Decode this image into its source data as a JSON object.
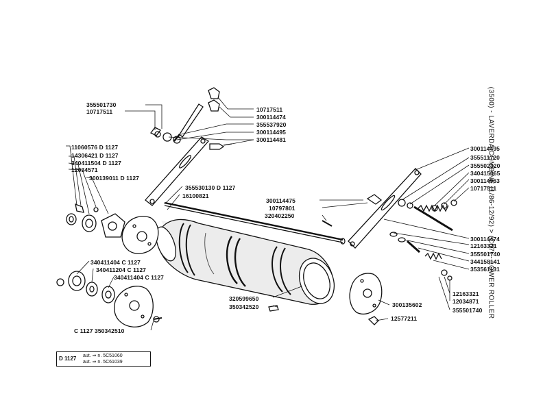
{
  "title": "(3500) - LAVERDA COMBINE (1/86-12/92) > (C07) - LOWER ROLLER",
  "labels": {
    "l_355501730": "355501730",
    "l_10717511a": "10717511",
    "l_11060576": "11060576",
    "l_14306421": "14306421",
    "l_340411504": "340411504",
    "l_12034571": "12034571",
    "l_300139011": "300139011",
    "l_355530130": "355530130",
    "l_16100821": "16100821",
    "l_340411404": "340411404",
    "l_340411204": "340411204",
    "l_340411404b": "340411404",
    "l_c1127_350342510": "C 1127 350342510",
    "l_10717511b": "10717511",
    "l_300114474a": "300114474",
    "l_355537920": "355537920",
    "l_300114495a": "300114495",
    "l_300114481": "300114481",
    "l_300114475": "300114475",
    "l_10797801": "10797801",
    "l_320402250": "320402250",
    "l_320599650": "320599650",
    "l_350342520": "350342520",
    "l_300114495b": "300114495",
    "l_355511720": "355511720",
    "l_355502320": "355502320",
    "l_340415065": "340415065",
    "l_300114963": "300114963",
    "l_10717511c": "10717511",
    "l_300114474b": "300114474",
    "l_12163321a": "12163321",
    "l_355501740a": "355501740",
    "l_344158141": "344158141",
    "l_353561131": "353561131",
    "l_12163321b": "12163321",
    "l_12034871": "12034871",
    "l_355501740b": "355501740",
    "l_300135602": "300135602",
    "l_12577211": "12577211"
  },
  "suffixes": {
    "d1127": "D 1127",
    "c1127": "C 1127"
  },
  "legend": {
    "code": "D 1127",
    "row1": "aut. ⇒ n. 5C51060",
    "row2": "aut. ⇒ n. 5C61039"
  }
}
